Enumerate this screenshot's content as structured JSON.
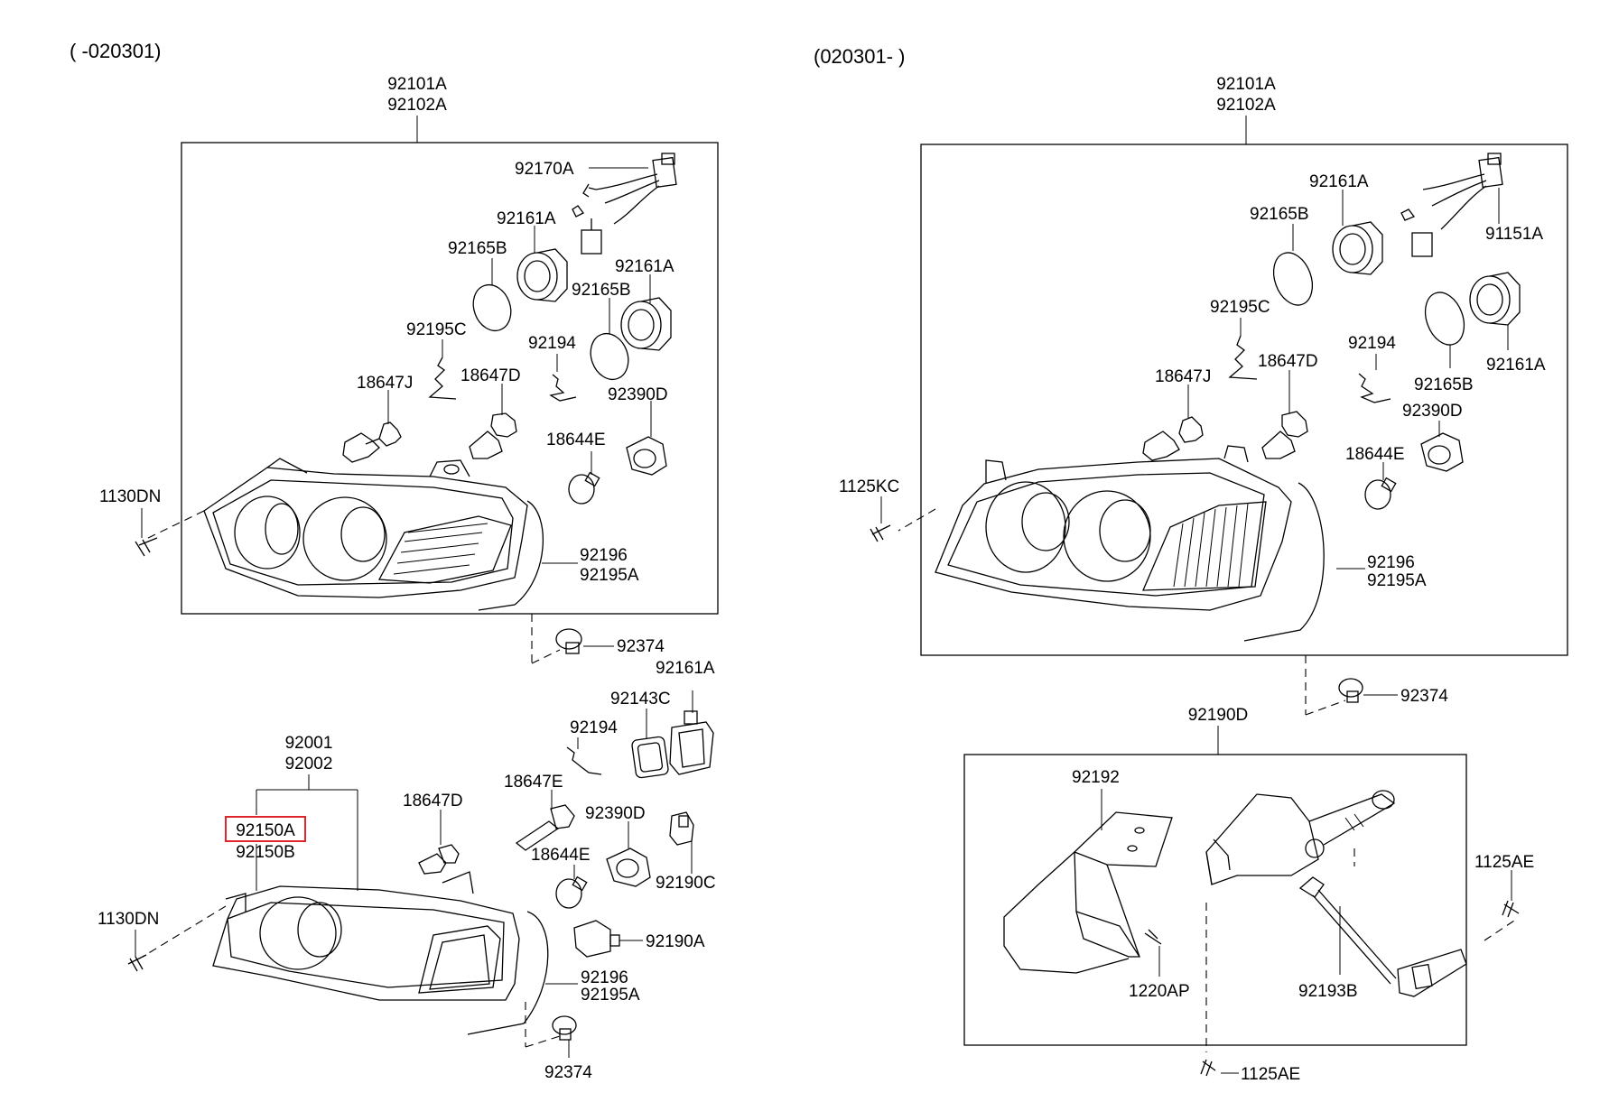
{
  "left": {
    "range": "( -020301)",
    "assembly": [
      "92101A",
      "92102A"
    ],
    "parts": {
      "p92170A": "92170A",
      "p92161A_1": "92161A",
      "p92165B_1": "92165B",
      "p92161A_2": "92161A",
      "p92165B_2": "92165B",
      "p92195C": "92195C",
      "p92194": "92194",
      "p18647J": "18647J",
      "p18647D": "18647D",
      "p92390D": "92390D",
      "p18644E": "18644E",
      "p1130DN": "1130DN",
      "p92196": "92196",
      "p92195A": "92195A",
      "p92374": "92374"
    }
  },
  "lower_left": {
    "assembly": [
      "92001",
      "92002"
    ],
    "highlighted": "92150A",
    "sub": "92150B",
    "parts": {
      "p92161A": "92161A",
      "p92143C": "92143C",
      "p92194": "92194",
      "p18647E": "18647E",
      "p18647D": "18647D",
      "p92390D": "92390D",
      "p18644E": "18644E",
      "p92190C": "92190C",
      "p1130DN": "1130DN",
      "p92190A": "92190A",
      "p92196": "92196",
      "p92195A": "92195A",
      "p92374": "92374"
    }
  },
  "right": {
    "range": "(020301- )",
    "assembly": [
      "92101A",
      "92102A"
    ],
    "parts": {
      "p92161A_1": "92161A",
      "p92165B_1": "92165B",
      "p91151A": "91151A",
      "p92195C": "92195C",
      "p92194": "92194",
      "p92161A_2": "92161A",
      "p18647J": "18647J",
      "p18647D": "18647D",
      "p92165B_2": "92165B",
      "p92390D": "92390D",
      "p18644E": "18644E",
      "p1125KC": "1125KC",
      "p92196": "92196",
      "p92195A": "92195A",
      "p92374": "92374"
    }
  },
  "leveling": {
    "assembly": "92190D",
    "parts": {
      "p92192": "92192",
      "p1125AE_1": "1125AE",
      "p1220AP": "1220AP",
      "p92193B": "92193B",
      "p1125AE_2": "1125AE"
    }
  }
}
